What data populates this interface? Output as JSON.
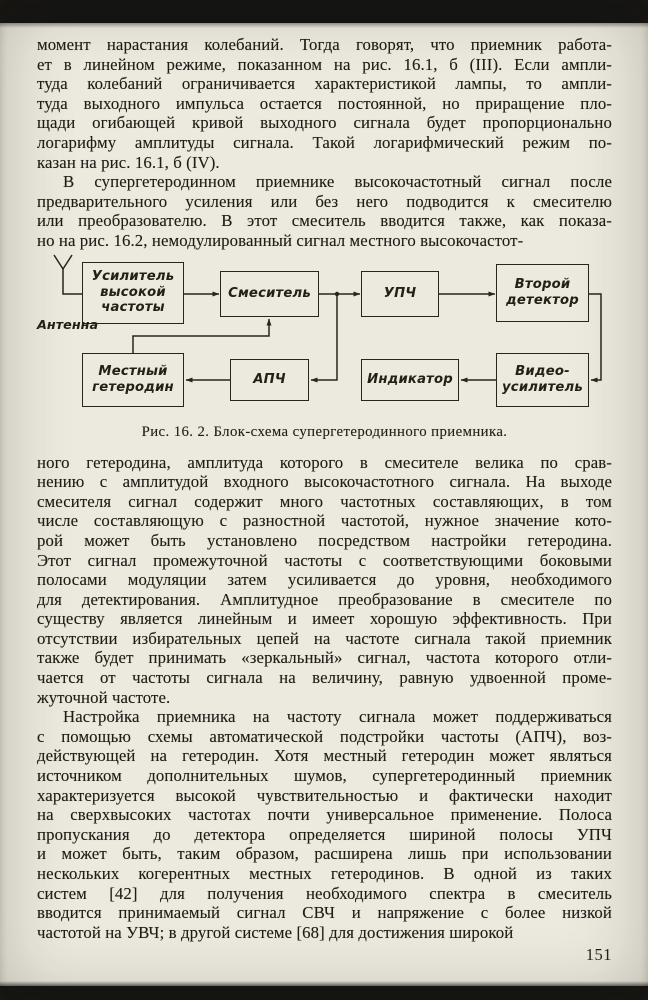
{
  "page": {
    "number": "151"
  },
  "content": {
    "block1": [
      {
        "indent": false,
        "lines": [
          "момент нарастания колебаний. Тогда говорят, что приемник работа-",
          "ет в линейном режиме, показанном на рис. 16.1, б (III). Если ампли-",
          "туда колебаний ограничивается характеристикой лампы, то ампли-",
          "туда выходного импульса остается постоянной, но приращение пло-",
          "щади огибающей кривой выходного сигнала будет пропорционально",
          "логарифму амплитуды сигнала. Такой логарифмический режим по-",
          "казан на рис. 16.1, б (IV)."
        ]
      },
      {
        "indent": true,
        "lines": [
          "В супергетеродинном приемнике высокочастотный сигнал после",
          "предварительного усиления или без него подводится к смесителю",
          "или преобразователю. В этот смеситель вводится также, как показа-",
          "но на рис. 16.2, немодулированный сигнал местного высокочастот-"
        ]
      }
    ],
    "figure": {
      "caption": "Рис. 16. 2. Блок-схема супергетеродинного приемника.",
      "antenna_label": "Антенна",
      "boxes": {
        "rf_amp": "Усилитель\nвысокой\nчастоты",
        "mixer": "Смеситель",
        "if_amp": "УПЧ",
        "second_detector": "Второй\nдетектор",
        "local_oscillator": "Местный\nгетеродин",
        "afc": "АПЧ",
        "indicator": "Индикатор",
        "video_amp": "Видео-\nусилитель"
      }
    },
    "block2": [
      {
        "indent": false,
        "lines": [
          "ного гетеродина, амплитуда которого в смесителе велика по срав-",
          "нению с амплитудой входного высокочастотного сигнала. На выходе",
          "смесителя сигнал содержит много частотных составляющих, в том",
          "числе составляющую с разностной частотой, нужное значение кото-",
          "рой может быть установлено посредством настройки гетеродина.",
          "Этот сигнал промежуточной частоты с соответствующими боковыми",
          "полосами модуляции затем усиливается до уровня, необходимого",
          "для детектирования. Амплитудное преобразование в смесителе по",
          "существу является линейным и имеет хорошую эффективность. При",
          "отсутствии избирательных цепей на частоте сигнала такой приемник",
          "также будет принимать «зеркальный» сигнал, частота которого отли-",
          "чается от частоты сигнала на величину, равную удвоенной проме-",
          "жуточной частоте."
        ]
      },
      {
        "indent": true,
        "lines": [
          "Настройка приемника на частоту сигнала может поддерживаться",
          "с помощью схемы автоматической подстройки частоты (АПЧ), воз-",
          "действующей на гетеродин. Хотя местный гетеродин может являться",
          "источником дополнительных шумов, супергетеродинный приемник",
          "характеризуется высокой чувствительностью и фактически находит",
          "на сверхвысоких частотах почти универсальное применение. Полоса",
          "пропускания до детектора определяется шириной полосы УПЧ",
          "и может быть, таким образом, расширена лишь при использовании",
          "нескольких когерентных местных гетеродинов. В одной из таких",
          "систем [42] для получения необходимого спектра в смеситель",
          "вводится принимаемый сигнал СВЧ и напряжение с более низкой",
          "частотой на УВЧ; в другой системе [68] для достижения широкой"
        ]
      }
    ]
  }
}
